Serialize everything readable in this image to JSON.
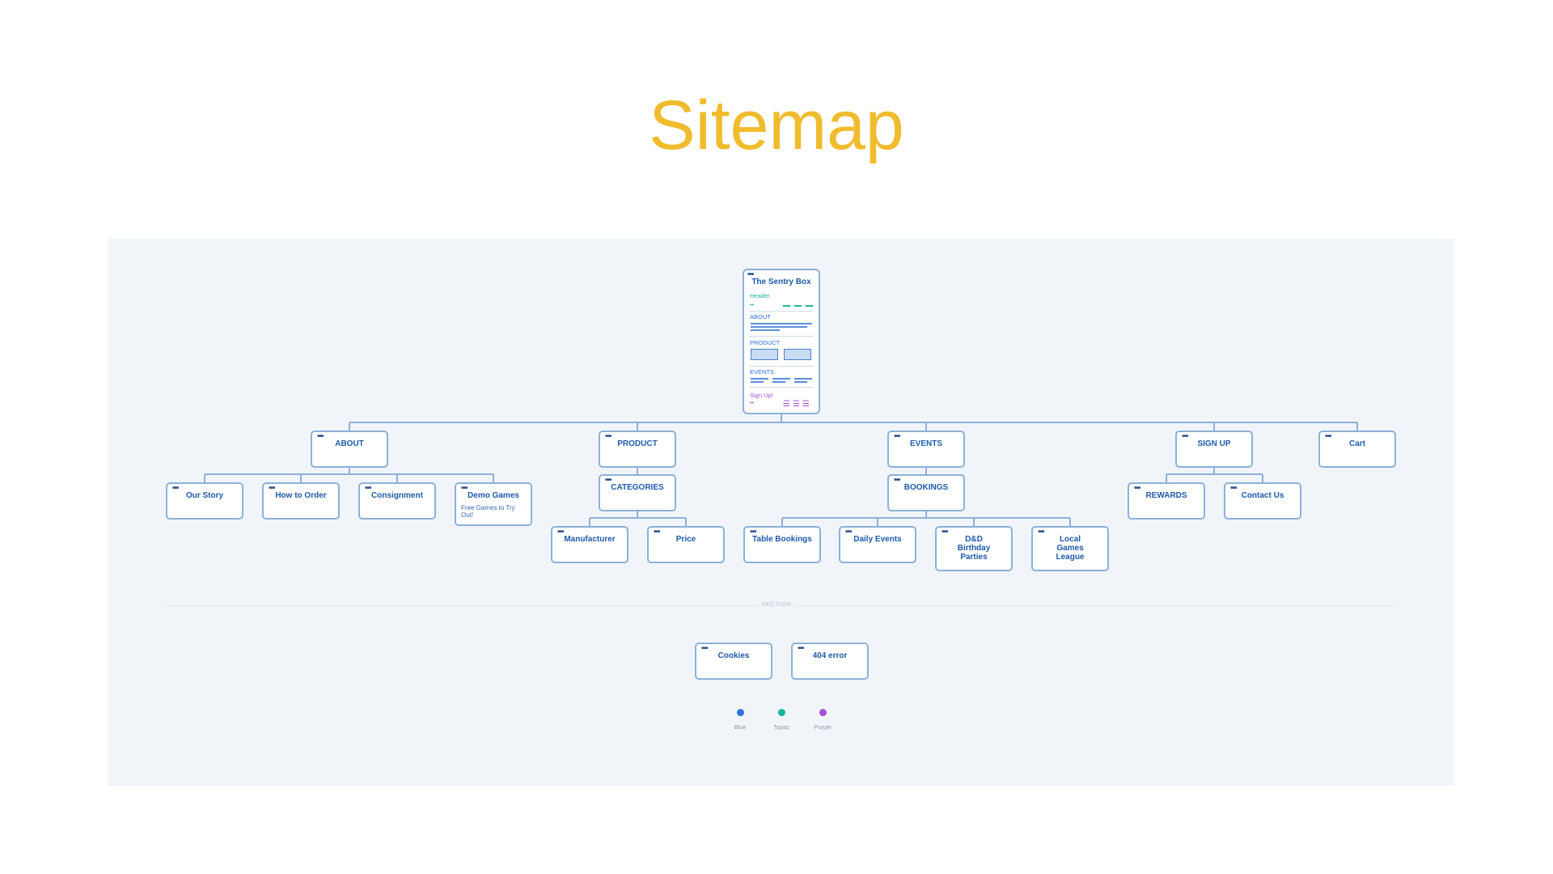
{
  "title": "Sitemap",
  "panel_header": "",
  "home": {
    "title": "The Sentry Box",
    "sections": {
      "header": "Header",
      "about": "ABOUT",
      "product": "PRODUCT",
      "events": "EVENTS",
      "signup": "Sign Up!"
    }
  },
  "level1": [
    "ABOUT",
    "PRODUCT",
    "EVENTS",
    "SIGN UP",
    "Cart"
  ],
  "about_children": [
    "Our Story",
    "How to Order",
    "Consignment",
    "Demo Games"
  ],
  "demo_games_note": "Free Games to Try Out!",
  "product_child": "CATEGORIES",
  "categories_children": [
    "Manufacturer",
    "Price"
  ],
  "events_child": "BOOKINGS",
  "bookings_children": [
    "Table Bookings",
    "Daily Events",
    "D&D Birthday Parties",
    "Local Games League"
  ],
  "signup_children": [
    "REWARDS",
    "Contact Us"
  ],
  "section_label": "SECTION",
  "utility_pages": [
    "Cookies",
    "404 error"
  ],
  "legend": [
    {
      "label": "Blue",
      "color": "#2f6fe0"
    },
    {
      "label": "Topaz",
      "color": "#1bb59a"
    },
    {
      "label": "Purple",
      "color": "#a64fd6"
    }
  ],
  "colors": {
    "title": "#f0bc2e",
    "node_border": "#8cb1d9",
    "node_text": "#1f5aa8",
    "panel_bg": "#f1f5f9"
  }
}
